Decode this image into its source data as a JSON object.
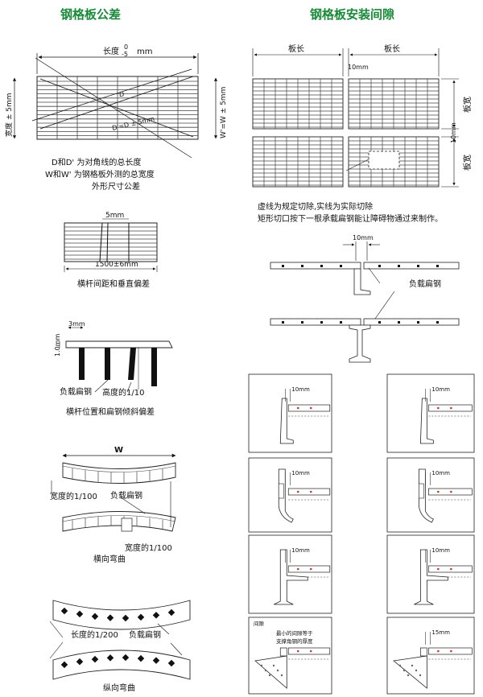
{
  "titles": {
    "left": "钢格板公差",
    "right": "钢格板安装间隙"
  },
  "tolerance_panel": {
    "length_label": "长度",
    "length_tol_top": "0",
    "length_tol_bottom": "-5",
    "length_unit": "mm",
    "width_label": "宽度 ± 5mm",
    "width_right_label": "W'=W ± 5mm",
    "diag_d": "D",
    "diag_d2": "D'=D ± 5mm",
    "note1": "D和D' 为对角线的总长度",
    "note2": "W和W' 为钢格板外测的总宽度",
    "note3": "外形尺寸公差"
  },
  "crossbar_panel": {
    "gap_label": "5mm",
    "spacing_label": "1500±6mm",
    "caption": "横杆间距和垂直偏差"
  },
  "tilt_panel": {
    "top_label": "3mm",
    "side_label": "1.0mm",
    "bar_label": "负载扁钢",
    "height_label": "高度的1/10",
    "caption": "横杆位置和扁钢倾斜偏差"
  },
  "lateral_panel": {
    "w_label": "W",
    "width_ratio_left": "宽度的1/100",
    "bar_label": "负载扁钢",
    "width_ratio_right": "宽度的1/100",
    "caption": "横向弯曲"
  },
  "longitudinal_panel": {
    "length_ratio": "长度的1/200",
    "bar_label": "负载扁钢",
    "caption": "纵向弯曲"
  },
  "install_panel": {
    "length_left": "板长",
    "length_right": "板长",
    "gap_top": "10mm",
    "width_top": "板宽",
    "width_gap": "10mm",
    "width_bottom": "板宽",
    "note1": "虚线为规定切除,实线为实际切除",
    "note2": "矩形切口按下一根承载扁钢能让障碍物通过来制作。"
  },
  "section_panel": {
    "gap_label": "10mm",
    "bar_label": "负载扁钢"
  },
  "detail_boxes": {
    "labels": [
      "10mm",
      "10mm",
      "10mm",
      "10mm",
      "10mm",
      "10mm",
      "15mm"
    ],
    "gap_word": "间隙",
    "min_gap_note": "最小的间隙等于",
    "min_gap_note2": "支撑角钢的厚度"
  }
}
